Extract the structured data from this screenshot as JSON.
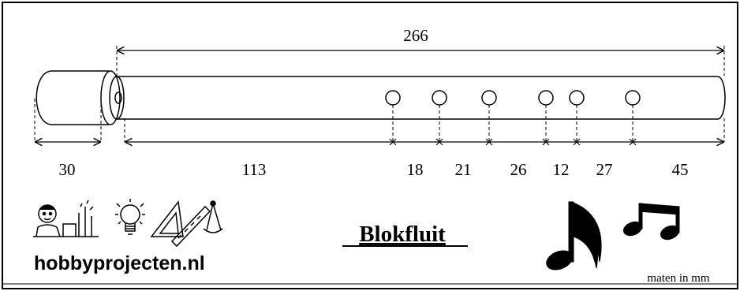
{
  "title": "Blokfluit",
  "brand": "hobbyprojecten.nl",
  "units_note": "maten in mm",
  "dimensions": {
    "total": "266",
    "mouthpiece": "30",
    "segments": [
      "113",
      "18",
      "21",
      "26",
      "12",
      "27",
      "45"
    ]
  },
  "icons": [
    "person-icon",
    "lightbulb-icon",
    "drafting-tools-icon",
    "eighth-note-icon",
    "beamed-notes-icon"
  ]
}
